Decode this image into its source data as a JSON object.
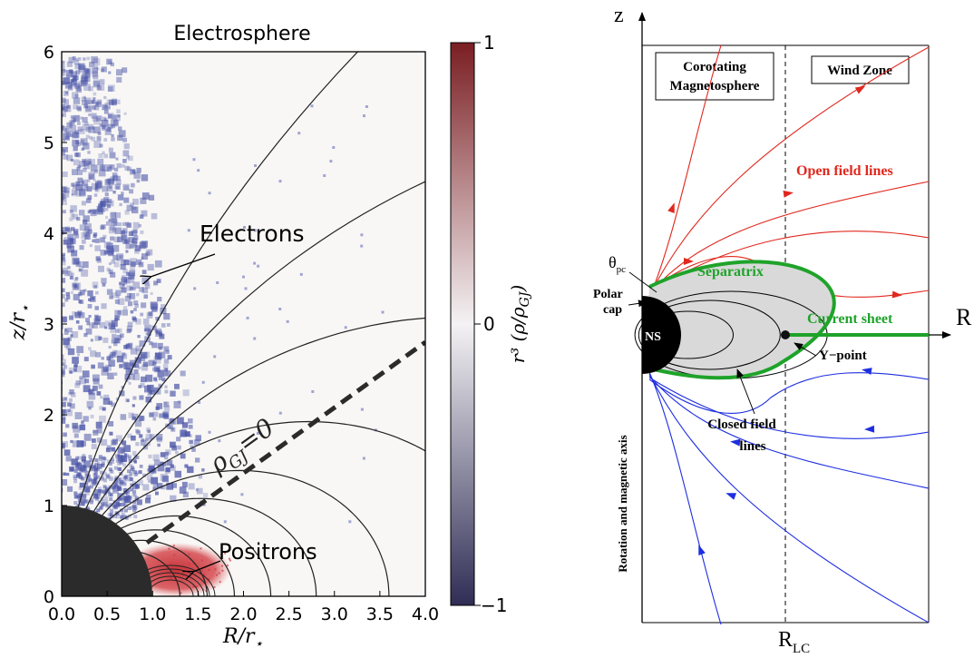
{
  "left_panel": {
    "title": "Electrosphere",
    "x_axis": {
      "label_main": "R/r",
      "label_sub": "⋆",
      "ticks": [
        "0.0",
        "0.5",
        "1.0",
        "1.5",
        "2.0",
        "2.5",
        "3.0",
        "3.5",
        "4.0"
      ]
    },
    "y_axis": {
      "label_main": "z/r",
      "label_sub": "⋆",
      "ticks": [
        "0",
        "1",
        "2",
        "3",
        "4",
        "5",
        "6"
      ]
    },
    "colorbar": {
      "ticks": [
        "1",
        "0",
        "−1"
      ],
      "label": "r³ (ρ/ρ",
      "label_sub": "GJ",
      "label_end": ")",
      "colors": {
        "top": "#7a1e22",
        "mid": "#f4f2f4",
        "bottom": "#2f2d55"
      }
    },
    "annotations": {
      "electrons": "Electrons",
      "positrons": "Positrons",
      "null_surface_main": "ρ",
      "null_surface_sub": "GJ",
      "null_surface_end": "=0"
    },
    "colors": {
      "electrons": "#4b55a8",
      "positrons": "#d0343a",
      "star": "#2b2b2b"
    }
  },
  "right_panel": {
    "axis_z": "z",
    "axis_R": "R",
    "rlc_main": "R",
    "rlc_sub": "LC",
    "boxes": {
      "corotating_line1": "Corotating",
      "corotating_line2": "Magnetosphere",
      "wind": "Wind Zone"
    },
    "labels": {
      "open_field_lines": "Open field lines",
      "separatrix": "Separatrix",
      "current_sheet": "Current sheet",
      "y_point": "Y−point",
      "closed_line1": "Closed field",
      "closed_line2": "lines",
      "theta_main": "θ",
      "theta_sub": "pc",
      "polar_cap_line1": "Polar",
      "polar_cap_line2": "cap",
      "ns": "NS",
      "rotation_axis": "Rotation and magnetic axis"
    },
    "colors": {
      "open_upper": "#e0281e",
      "open_lower": "#1e2ee0",
      "separatrix": "#1fa32a",
      "closed_fill": "#d9d9d9"
    }
  }
}
